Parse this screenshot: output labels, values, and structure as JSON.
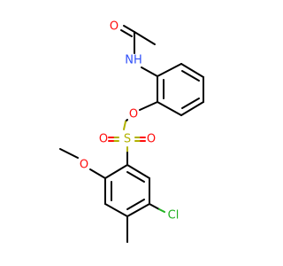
{
  "molecule": {
    "atoms": {
      "carbonyl_oxygen": {
        "label": "O",
        "color": "#ff0d0d"
      },
      "amide_nitrogen": {
        "label": "NH",
        "color": "#3050f8"
      },
      "ester_oxygen": {
        "label": "O",
        "color": "#ff0d0d"
      },
      "sulfur": {
        "label": "S",
        "color": "#b2b200"
      },
      "sulfonyl_oxygen_left": {
        "label": "O",
        "color": "#ff0d0d"
      },
      "sulfonyl_oxygen_right": {
        "label": "O",
        "color": "#ff0d0d"
      },
      "methoxy_oxygen": {
        "label": "O",
        "color": "#ff0d0d"
      },
      "chlorine": {
        "label": "Cl",
        "color": "#1fb01f"
      }
    }
  }
}
